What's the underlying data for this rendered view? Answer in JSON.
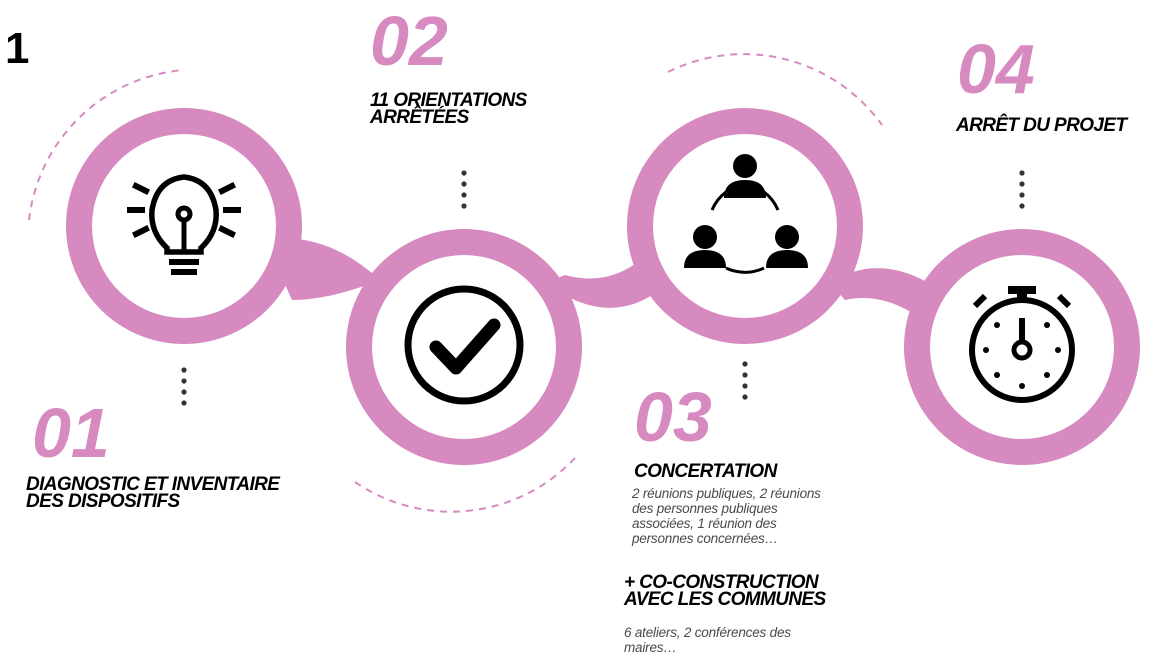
{
  "page_number": "1",
  "colors": {
    "accent": "#d68ac0",
    "icon": "#000000",
    "background": "#ffffff"
  },
  "steps": [
    {
      "number": "01",
      "title_lines": [
        "DIAGNOSTIC ET INVENTAIRE",
        "DES DISPOSITIFS"
      ],
      "icon": "lightbulb-icon"
    },
    {
      "number": "02",
      "title_lines": [
        "11 ORIENTATIONS",
        "ARRÊTÉES"
      ],
      "icon": "checkmark-circle-icon"
    },
    {
      "number": "03",
      "title": "CONCERTATION",
      "desc_lines": [
        "2 réunions publiques, 2 réunions",
        "des personnes publiques",
        "associées, 1 réunion des",
        "personnes concernées…"
      ],
      "subtitle_lines": [
        "+ CO-CONSTRUCTION",
        "AVEC LES COMMUNES"
      ],
      "subdesc_lines": [
        "6 ateliers, 2 conférences des",
        "maires…"
      ],
      "icon": "people-network-icon"
    },
    {
      "number": "04",
      "title": "ARRÊT DU PROJET",
      "icon": "stopwatch-icon"
    }
  ]
}
